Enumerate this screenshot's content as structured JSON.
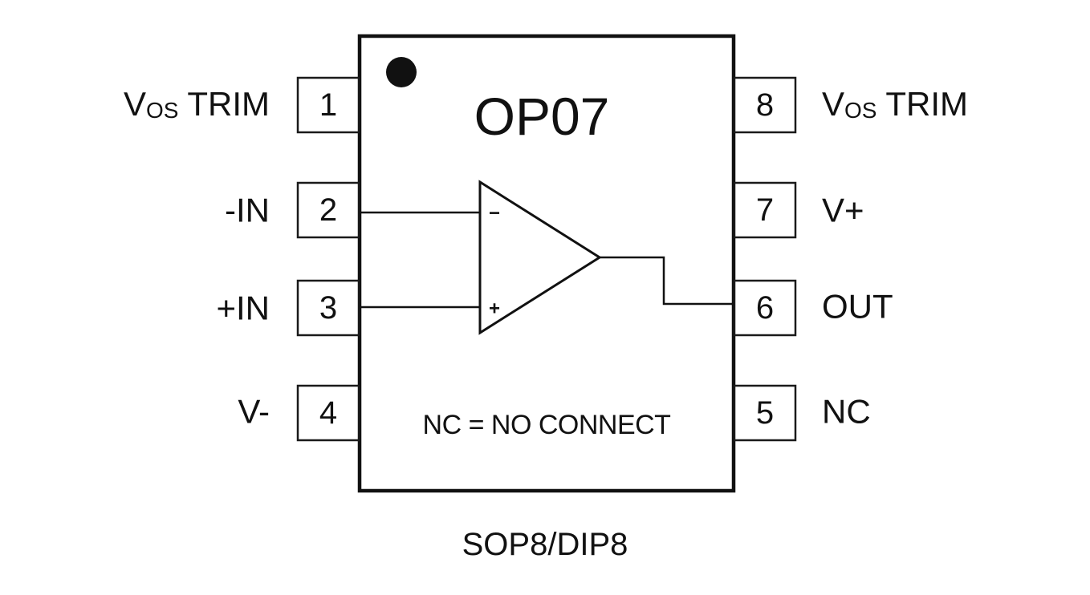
{
  "chip": {
    "name": "OP07",
    "note": "NC = NO CONNECT",
    "package": "SOP8/DIP8"
  },
  "pins": [
    {
      "number": "1",
      "label_main": "V",
      "label_sub": "OS",
      "label_rest": " TRIM",
      "side": "left"
    },
    {
      "number": "2",
      "label_main": "-IN",
      "label_sub": "",
      "label_rest": "",
      "side": "left"
    },
    {
      "number": "3",
      "label_main": "+IN",
      "label_sub": "",
      "label_rest": "",
      "side": "left"
    },
    {
      "number": "4",
      "label_main": "V-",
      "label_sub": "",
      "label_rest": "",
      "side": "left"
    },
    {
      "number": "5",
      "label_main": "NC",
      "label_sub": "",
      "label_rest": "",
      "side": "right"
    },
    {
      "number": "6",
      "label_main": "OUT",
      "label_sub": "",
      "label_rest": "",
      "side": "right"
    },
    {
      "number": "7",
      "label_main": "V+",
      "label_sub": "",
      "label_rest": "",
      "side": "right"
    },
    {
      "number": "8",
      "label_main": "V",
      "label_sub": "OS",
      "label_rest": " TRIM",
      "side": "right"
    }
  ],
  "opamp": {
    "inverting_sign": "−",
    "noninverting_sign": "+"
  }
}
